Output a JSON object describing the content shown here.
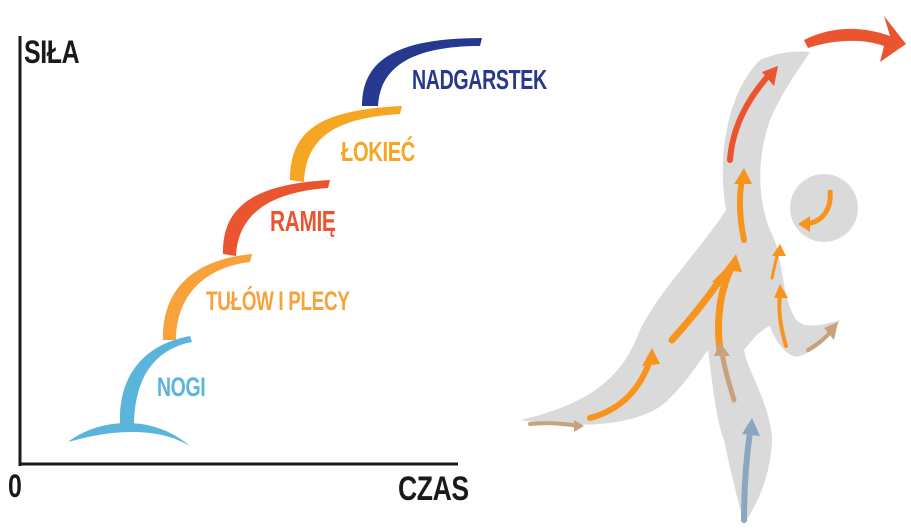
{
  "axes": {
    "y_label": "SIŁA",
    "x_label": "CZAS",
    "origin_label": "0"
  },
  "stages": [
    {
      "label": "NOGI",
      "color": "#5ab4dc"
    },
    {
      "label": "TUŁÓW I PLECY",
      "color": "#f7a23a"
    },
    {
      "label": "RAMIĘ",
      "color": "#ea5530"
    },
    {
      "label": "ŁOKIEĆ",
      "color": "#f5a623"
    },
    {
      "label": "NADGARSTEK",
      "color": "#26398f"
    }
  ],
  "figure": {
    "description_icon": "throwing-figure-icon",
    "silhouette_color": "#d9d9d9",
    "arrow_colors": [
      "#ea5530",
      "#f7941d",
      "#c8a27c",
      "#8aa6c0"
    ]
  }
}
